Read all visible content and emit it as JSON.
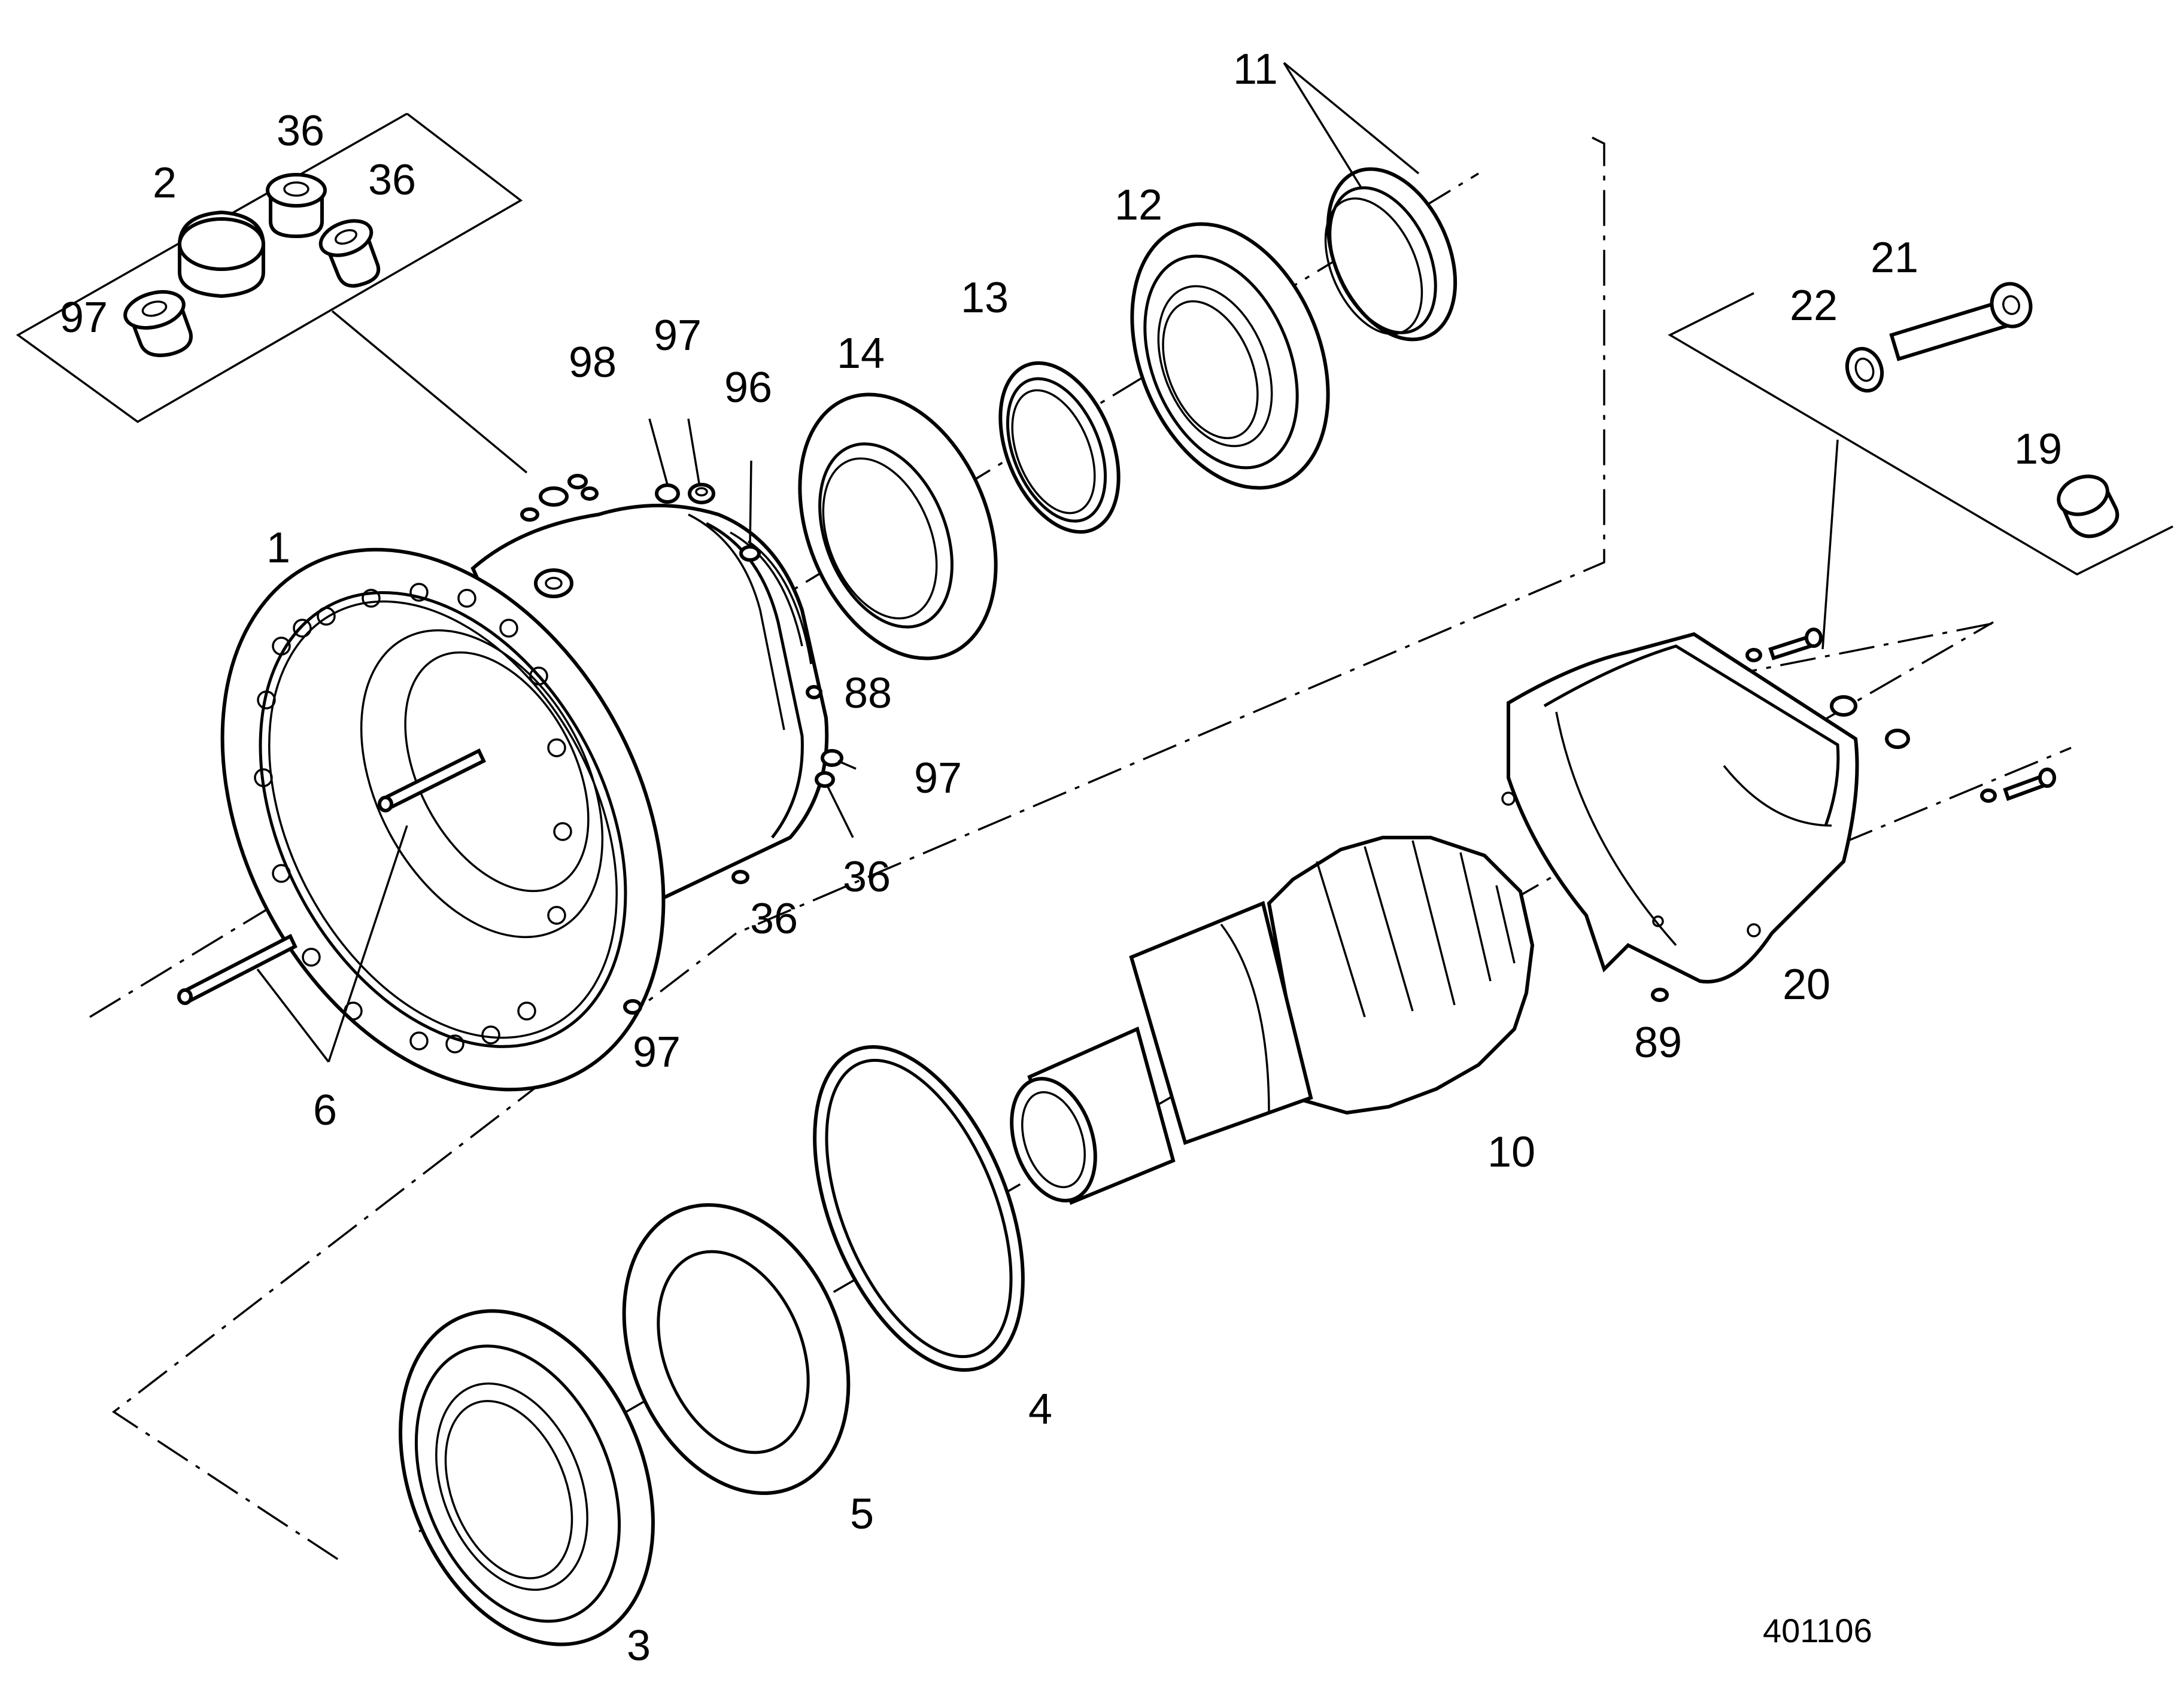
{
  "drawing_number": "401106",
  "callouts": {
    "c1": "1",
    "c2": "2",
    "c3": "3",
    "c4": "4",
    "c5": "5",
    "c6": "6",
    "c10": "10",
    "c11": "11",
    "c12": "12",
    "c13": "13",
    "c14": "14",
    "c19": "19",
    "c20": "20",
    "c21": "21",
    "c22": "22",
    "c36a": "36",
    "c36b": "36",
    "c36c": "36",
    "c36d": "36",
    "c88": "88",
    "c89": "89",
    "c96": "96",
    "c97a": "97",
    "c97b": "97",
    "c97c": "97",
    "c97d": "97",
    "c98": "98"
  }
}
